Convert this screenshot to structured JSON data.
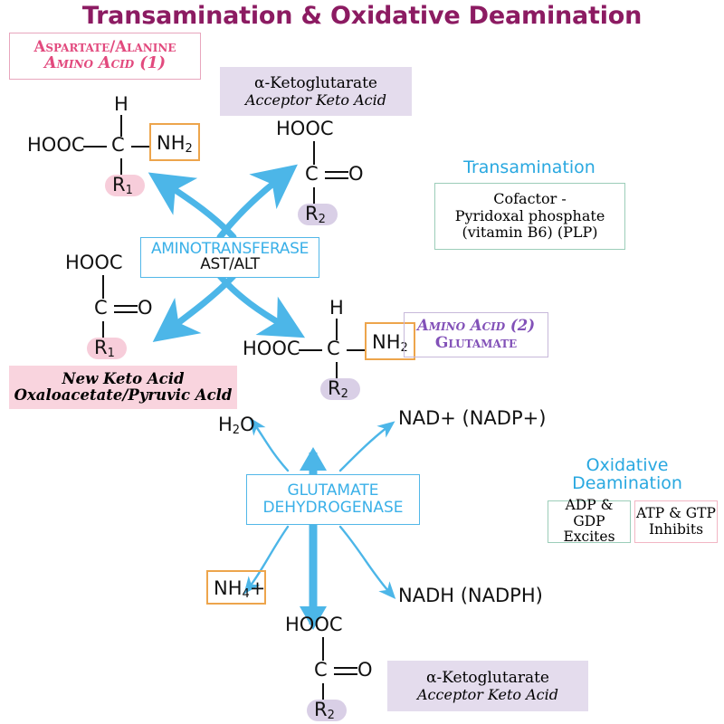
{
  "title": "Transamination & Oxidative Deamination",
  "colors": {
    "title": "#8c1b62",
    "arrow_blue": "#4cb6e8",
    "enzyme_blue": "#3ab0e8",
    "pink_fill": "#f9d4de",
    "pink_text": "#e24a7e",
    "lavender_fill": "#e4dced",
    "purple_text": "#8251b8",
    "orange_border": "#eda54c",
    "green_border": "#9ccdb9",
    "red_border": "#f2b6c4"
  },
  "labels": {
    "aspartate_box": {
      "line1": "Aspartate/Alanine",
      "line2": "Amino Acid (1)"
    },
    "akg_top": {
      "line1": "α-Ketoglutarate",
      "line2": "Acceptor Keto Acid"
    },
    "akg_bottom": {
      "line1": "α-Ketoglutarate",
      "line2": "Acceptor Keto Acid"
    },
    "new_keto_acid": {
      "line1": "New Keto Acid",
      "line2": "Oxaloacetate/Pyruvic Acld"
    },
    "amino_acid_2": {
      "line1": "Amino Acid (2)",
      "line2": "Glutamate"
    }
  },
  "enzymes": {
    "aminotransferase": {
      "name": "AMINOTRANSFERASE",
      "subtitle": "AST/ALT"
    },
    "glutamate_dehydrogenase": {
      "line1": "GLUTAMATE",
      "line2": "DEHYDROGENASE"
    }
  },
  "transamination_panel": {
    "heading": "Transamination",
    "cofactor_line1": "Cofactor -",
    "cofactor_line2": "Pyridoxal phosphate",
    "cofactor_line3": "(vitamin B6) (PLP)"
  },
  "oxidative_panel": {
    "heading_line1": "Oxidative",
    "heading_line2": "Deamination",
    "activator_line1": "ADP & GDP",
    "activator_line2": "Excites",
    "inhibitor_line1": "ATP & GTP",
    "inhibitor_line2": "Inhibits"
  },
  "molecules": {
    "amino_acid_1": {
      "top": "H",
      "left": "HOOC",
      "center": "C",
      "amine": "NH",
      "amine_sub": "2",
      "r_group": "R",
      "r_sub": "1"
    },
    "keto_acid_top": {
      "top": "HOOC",
      "center": "C",
      "double_bond_partner": "O",
      "r_group": "R",
      "r_sub": "2"
    },
    "new_keto_acid_mol": {
      "top": "HOOC",
      "center": "C",
      "double_bond_partner": "O",
      "r_group": "R",
      "r_sub": "1"
    },
    "glutamate_mol": {
      "top": "H",
      "left": "HOOC",
      "center": "C",
      "amine": "NH",
      "amine_sub": "2",
      "r_group": "R",
      "r_sub": "2"
    },
    "keto_acid_bottom": {
      "top": "HOOC",
      "center": "C",
      "double_bond_partner": "O",
      "r_group": "R",
      "r_sub": "2"
    }
  },
  "small_molecules": {
    "water": "H",
    "water_sub": "2",
    "water_tail": "O",
    "nad": "NAD+ (NADP+)",
    "nadh": "NADH (NADPH)",
    "ammonium": "NH",
    "ammonium_sub": "4",
    "ammonium_tail": "+"
  }
}
